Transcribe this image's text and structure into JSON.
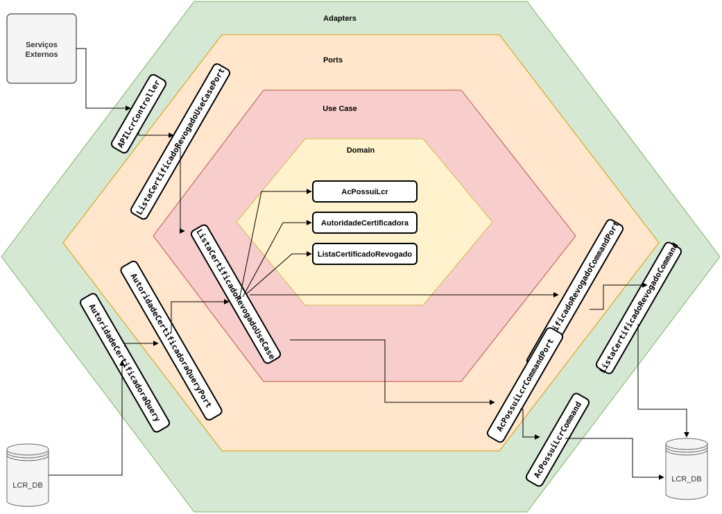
{
  "layers": {
    "adapters": "Adapters",
    "ports": "Ports",
    "use_case": "Use Case",
    "domain": "Domain"
  },
  "external": {
    "servicos_line1": "Serviços",
    "servicos_line2": "Externos"
  },
  "domain_entities": {
    "ac_possui_lcr": "AcPossuiLcr",
    "autoridade_certificadora": "AutoridadeCertificadora",
    "lista_certificado_revogado": "ListaCertificadoRevogado"
  },
  "components": {
    "api_lcr_controller": "APILcrController",
    "lista_use_case_port": "ListaCertificadoRevogadoUseCasePort",
    "lista_use_case": "ListaCertificadoRevogadoUseCase",
    "autoridade_query_port": "AutoridadeCertificadoraQueryPort",
    "autoridade_query": "AutoridadeCertificadoraQuery",
    "lista_command_port": "ListaCertificadoRevogadoCommandPort",
    "lista_command": "ListaCertificadoRevogadoCommand",
    "ac_possui_lcr_command_port": "AcPossuiLcrCommandPort",
    "ac_possui_lcr_command": "AcPossuiLcrCommand"
  },
  "databases": {
    "left": "LCR_DB",
    "right": "LCR_DB"
  },
  "colors": {
    "adapters_fill": "#d5e8d4",
    "adapters_stroke": "#82b366",
    "ports_fill": "#ffe6cc",
    "ports_stroke": "#d79b00",
    "use_case_fill": "#f8cecc",
    "use_case_stroke": "#b85450",
    "domain_fill": "#fff2cc",
    "domain_stroke": "#d6b656"
  }
}
